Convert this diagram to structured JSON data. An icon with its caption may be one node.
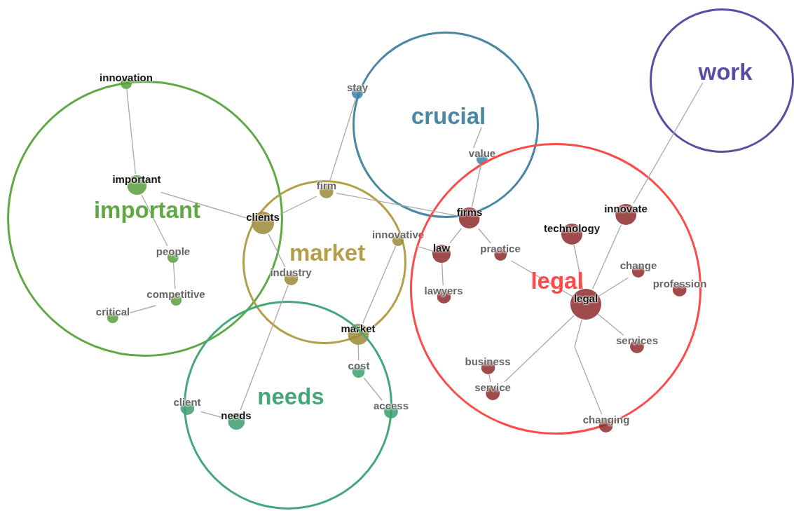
{
  "diagram": {
    "nodes": [
      {
        "text": [],
        "shape": "circle"
      },
      {
        "text": [
          "important"
        ],
        "in": 0
      },
      {
        "text": [
          "innovation"
        ],
        "in": 0
      },
      {
        "text": [
          "important"
        ],
        "in": 0
      },
      {
        "text": [
          "people"
        ],
        "in": 0
      },
      {
        "text": [
          "competitive"
        ],
        "in": 0
      },
      {
        "text": [
          "critical"
        ],
        "in": 0
      },
      {
        "text": [],
        "shape": "circle"
      },
      {
        "text": [
          "market"
        ],
        "in": 7
      },
      {
        "text": [
          "firm"
        ],
        "in": 7
      },
      {
        "text": [
          "clients"
        ]
      },
      {
        "text": [
          "industry"
        ],
        "in": 7
      },
      {
        "text": [
          "innovative"
        ],
        "in": 7
      },
      {
        "text": [
          "market"
        ]
      },
      {
        "text": [],
        "shape": "circle"
      },
      {
        "text": [
          "crucial"
        ],
        "in": 14
      },
      {
        "text": [
          "stay"
        ],
        "in": 14
      },
      {
        "text": [
          "value"
        ],
        "in": 14
      },
      {
        "text": [],
        "shape": "circle"
      },
      {
        "text": [
          "work"
        ],
        "in": 18
      },
      {
        "text": [],
        "shape": "circle"
      },
      {
        "text": [
          "legal"
        ],
        "in": 20
      },
      {
        "text": [
          "firms"
        ],
        "in": 20
      },
      {
        "text": [
          "law"
        ],
        "in": 20
      },
      {
        "text": [
          "practice"
        ],
        "in": 20
      },
      {
        "text": [
          "lawyers"
        ],
        "in": 20
      },
      {
        "text": [
          "technology"
        ],
        "in": 20
      },
      {
        "text": [
          "innovate"
        ],
        "in": 20
      },
      {
        "text": [
          "change"
        ],
        "in": 20
      },
      {
        "text": [
          "profession"
        ],
        "in": 20
      },
      {
        "text": [
          "legal"
        ],
        "in": 20
      },
      {
        "text": [
          "services"
        ],
        "in": 20
      },
      {
        "text": [
          "business"
        ],
        "in": 20
      },
      {
        "text": [
          "service"
        ],
        "in": 20
      },
      {
        "text": [
          "changing"
        ],
        "in": 20
      },
      {
        "text": [],
        "shape": "circle"
      },
      {
        "text": [
          "needs"
        ],
        "in": 35
      },
      {
        "text": [
          "client"
        ],
        "in": 35
      },
      {
        "text": [
          "needs"
        ],
        "in": 35
      },
      {
        "text": [
          "cost"
        ],
        "in": 35
      },
      {
        "text": [
          "access"
        ],
        "in": 35
      }
    ],
    "edges": [
      {
        "from": 2,
        "to": 3,
        "arrow": "none"
      },
      {
        "from": 3,
        "to": 4,
        "arrow": "none"
      },
      {
        "from": 4,
        "to": 5,
        "arrow": "none"
      },
      {
        "from": 5,
        "to": 6,
        "arrow": "none"
      },
      {
        "from": 3,
        "to": 10,
        "arrow": "none"
      },
      {
        "from": 10,
        "to": 9,
        "arrow": "none"
      },
      {
        "from": 10,
        "to": 11,
        "arrow": "none"
      },
      {
        "from": 9,
        "to": 16,
        "arrow": "none"
      },
      {
        "from": 9,
        "to": 22,
        "arrow": "none"
      },
      {
        "from": 11,
        "to": 38,
        "arrow": "none"
      },
      {
        "from": 37,
        "to": 38,
        "arrow": "none"
      },
      {
        "from": 12,
        "to": 13,
        "arrow": "none"
      },
      {
        "from": 12,
        "to": 23,
        "arrow": "none"
      },
      {
        "from": 13,
        "to": 39,
        "arrow": "none"
      },
      {
        "from": 39,
        "to": 40,
        "arrow": "none"
      },
      {
        "from": 17,
        "to": 15,
        "arrow": "none"
      },
      {
        "from": 17,
        "to": 22,
        "arrow": "none"
      },
      {
        "from": 22,
        "to": 23,
        "arrow": "none"
      },
      {
        "from": 22,
        "to": 24,
        "arrow": "none"
      },
      {
        "from": 23,
        "to": 25,
        "arrow": "none"
      },
      {
        "from": 24,
        "to": 30,
        "arrow": "none"
      },
      {
        "from": 26,
        "to": 30,
        "arrow": "none"
      },
      {
        "from": 27,
        "to": 30,
        "arrow": "none"
      },
      {
        "from": 27,
        "to": 19,
        "arrow": "none"
      },
      {
        "from": 30,
        "to": 28,
        "arrow": "none"
      },
      {
        "from": 30,
        "to": 31,
        "arrow": "none"
      },
      {
        "from": 30,
        "to": 33,
        "arrow": "none"
      },
      {
        "from": 32,
        "to": 33,
        "arrow": "none"
      },
      {
        "from": 30,
        "to": 34,
        "arrow": "none"
      }
    ]
  }
}
